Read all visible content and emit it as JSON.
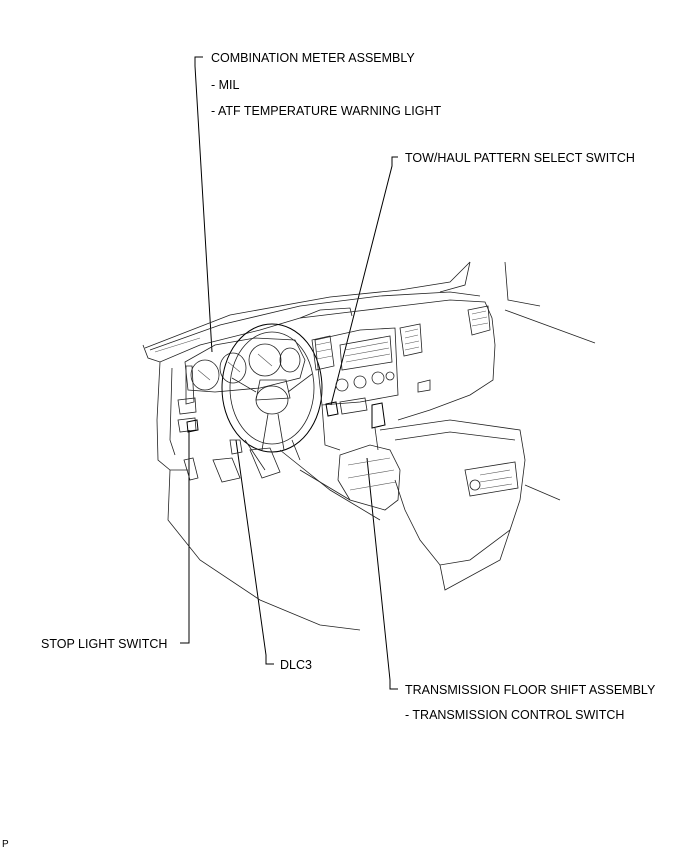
{
  "labels": {
    "combination_meter": "COMBINATION METER ASSEMBLY",
    "mil": "- MIL",
    "atf_warning": "- ATF TEMPERATURE WARNING LIGHT",
    "tow_haul": "TOW/HAUL PATTERN SELECT SWITCH",
    "stop_light": "STOP LIGHT SWITCH",
    "dlc3": "DLC3",
    "floor_shift": "TRANSMISSION FLOOR SHIFT ASSEMBLY",
    "control_switch": "- TRANSMISSION CONTROL SWITCH",
    "corner_mark": "P"
  }
}
